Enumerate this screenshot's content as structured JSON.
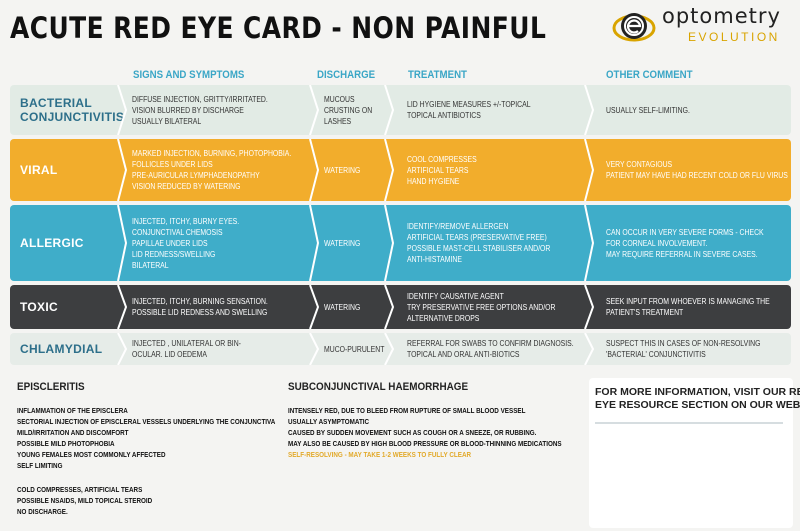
{
  "title": "ACUTE RED EYE CARD - NON PAINFUL",
  "logo": {
    "top": "optometry",
    "bottom": "EVOLUTION"
  },
  "columns": {
    "signs": "SIGNS AND SYMPTOMS",
    "discharge": "Discharge",
    "treatment": "Treatment",
    "comment": "Other Comment"
  },
  "rows": [
    {
      "name": [
        "BACTERIAL",
        "CONJUNCTIVITIS"
      ],
      "signs": [
        "DIFFUSE INJECTION, GRITTY/IRRITATED.",
        "VISION BLURRED BY DISCHARGE",
        "USUALLY BILATERAL"
      ],
      "discharge": [
        "MUCOUS",
        "CRUSTING ON",
        "LASHES"
      ],
      "treatment": [
        "LID HYGIENE MEASURES +/-TOPICAL",
        "TOPICAL ANTIBIOTICS"
      ],
      "comment": [
        "USUALLY SELF-LIMITING."
      ]
    },
    {
      "name": [
        "VIRAL"
      ],
      "signs": [
        "MARKED INJECTION, BURNING, PHOTOPHOBIA.",
        "FOLLICLES UNDER LIDS",
        "PRE-AURICULAR LYMPHADENOPATHY",
        "VISION REDUCED BY WATERING"
      ],
      "discharge": [
        "WATERING"
      ],
      "treatment": [
        "COOL COMPRESSES",
        "ARTIFICIAL TEARS",
        "HAND HYGIENE"
      ],
      "comment": [
        "VERY CONTAGIOUS",
        "PATIENT MAY HAVE HAD RECENT COLD OR FLU VIRUS"
      ]
    },
    {
      "name": [
        "ALLERGIC"
      ],
      "signs": [
        "INJECTED, ITCHY, BURNY EYES.",
        "CONJUNCTIVAL CHEMOSIS",
        "PAPILLAE UNDER LIDS",
        "LID REDNESS/SWELLING",
        "BILATERAL"
      ],
      "discharge": [
        "WATERING"
      ],
      "treatment": [
        "IDENTIFY/REMOVE ALLERGEN",
        "ARTIFICIAL TEARS (PRESERVATIVE FREE)",
        "POSSIBLE MAST-CELL STABILISER AND/OR",
        "ANTI-HISTAMINE"
      ],
      "comment": [
        "CAN OCCUR IN VERY SEVERE FORMS - CHECK",
        "FOR CORNEAL INVOLVEMENT.",
        "MAY REQUIRE REFERRAL IN SEVERE CASES."
      ]
    },
    {
      "name": [
        "TOXIC"
      ],
      "signs": [
        "INJECTED, ITCHY, BURNING SENSATION.",
        "POSSIBLE LID REDNESS AND SWELLING"
      ],
      "discharge": [
        "WATERING"
      ],
      "treatment": [
        "IDENTIFY CAUSATIVE AGENT",
        "TRY PRESERVATIVE FREE OPTIONS AND/OR",
        "ALTERNATIVE DROPS"
      ],
      "comment": [
        "SEEK INPUT FROM WHOEVER IS MANAGING THE",
        "PATIENT'S TREATMENT"
      ]
    },
    {
      "name": [
        "CHLAMYDIAL"
      ],
      "signs": [
        "INJECTED , UNILATERAL OR BIN-",
        "OCULAR. LID OEDEMA"
      ],
      "discharge": [
        "MUCO-PURULENT"
      ],
      "treatment": [
        "REFERRAL FOR SWABS TO CONFIRM DIAGNOSIS.",
        "TOPICAL AND ORAL ANTI-BIOTICS"
      ],
      "comment": [
        "SUSPECT THIS IN CASES OF NON-RESOLVING",
        "'BACTERIAL' CONJUNCTIVITIS"
      ]
    }
  ],
  "episcleritis": {
    "heading": "EPISCLERITIS",
    "lines": [
      "INFLAMMATION OF THE EPISCLERA",
      "SECTORIAL INJECTION OF EPISCLERAL VESSELS UNDERLYING THE CONJUNCTIVA",
      "MILD/IRRITATION AND DISCOMFORT",
      "POSSIBLE MILD PHOTOPHOBIA",
      "YOUNG FEMALES MOST COMMONLY AFFECTED",
      "SELF LIMITING"
    ],
    "lines2": [
      "COLD COMPRESSES, ARTIFICIAL TEARS",
      "POSSIBLE NSAIDS, MILD TOPICAL STEROID",
      "NO DISCHARGE."
    ]
  },
  "subconjunctival": {
    "heading": "SUBCONJUNCTIVAL HAEMORRHAGE",
    "lines": [
      "INTENSELY RED, DUE TO BLEED FROM RUPTURE OF SMALL BLOOD VESSEL",
      "USUALLY ASYMPTOMATIC",
      "CAUSED BY SUDDEN MOVEMENT SUCH AS COUGH OR A SNEEZE, OR RUBBING.",
      "MAY ALSO BE CAUSED BY HIGH BLOOD PRESSURE OR BLOOD-THINNING MEDICATIONS"
    ],
    "highlight": "SELF-RESOLVING - MAY TAKE 1-2 WEEKS TO FULLY CLEAR"
  },
  "info": {
    "line1": "FOR MORE INFORMATION, VISIT OUR RED",
    "line2": "EYE RESOURCE SECTION ON OUR WEBSITE:"
  },
  "colors": {
    "grey": "#e2ebe5",
    "orange": "#f2ad2c",
    "blue": "#3fadc9",
    "dark": "#3d3e40",
    "header_text": "#3aa6c6",
    "accent_yellow": "#e2a92a"
  }
}
